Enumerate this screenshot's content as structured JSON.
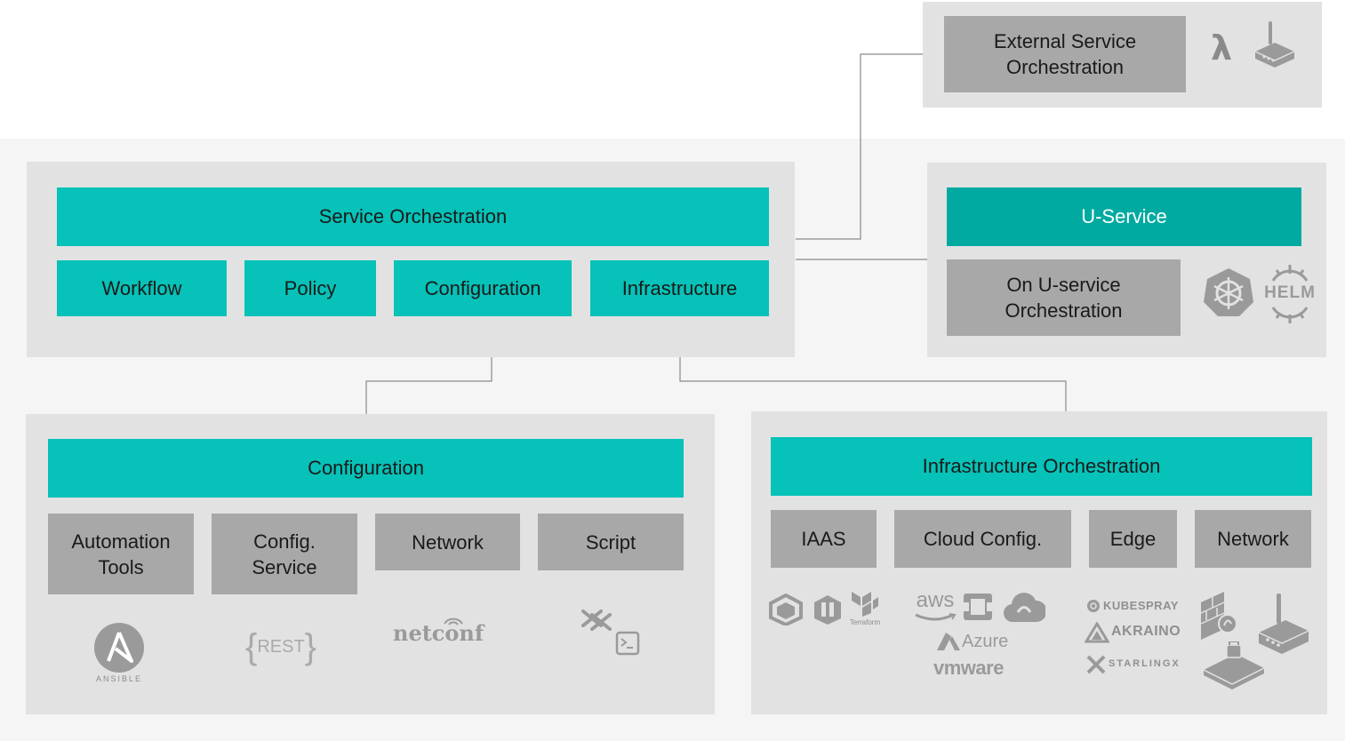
{
  "external": {
    "title": "External Service\nOrchestration",
    "icons": [
      "lambda-icon",
      "router-device-icon"
    ]
  },
  "service_orch": {
    "title": "Service Orchestration",
    "items": [
      "Workflow",
      "Policy",
      "Configuration",
      "Infrastructure"
    ]
  },
  "uservice": {
    "title": "U-Service",
    "sub": "On U-service\nOrchestration",
    "logos": {
      "kubernetes": "kubernetes-icon",
      "helm": "HELM"
    }
  },
  "configuration": {
    "title": "Configuration",
    "items": [
      "Automation\nTools",
      "Config.\nService",
      "Network",
      "Script"
    ],
    "logos": {
      "ansible": "ANSIBLE",
      "rest": "REST",
      "netconf": "netconf"
    }
  },
  "infra": {
    "title": "Infrastructure Orchestration",
    "items": [
      "IAAS",
      "Cloud Config.",
      "Edge",
      "Network"
    ],
    "logos": {
      "terraform": "Terraform",
      "aws": "aws",
      "azure": "Azure",
      "vmware": "vmware",
      "kubespray": "KUBESPRAY",
      "akraino": "AKRAINO",
      "starlingx": "STARLINGX"
    }
  },
  "colors": {
    "teal": "#06c2b8",
    "teal_dark": "#00aaa0",
    "gray_box": "#a8a8a8",
    "panel": "#e2e2e2",
    "outer": "#f5f5f5"
  }
}
